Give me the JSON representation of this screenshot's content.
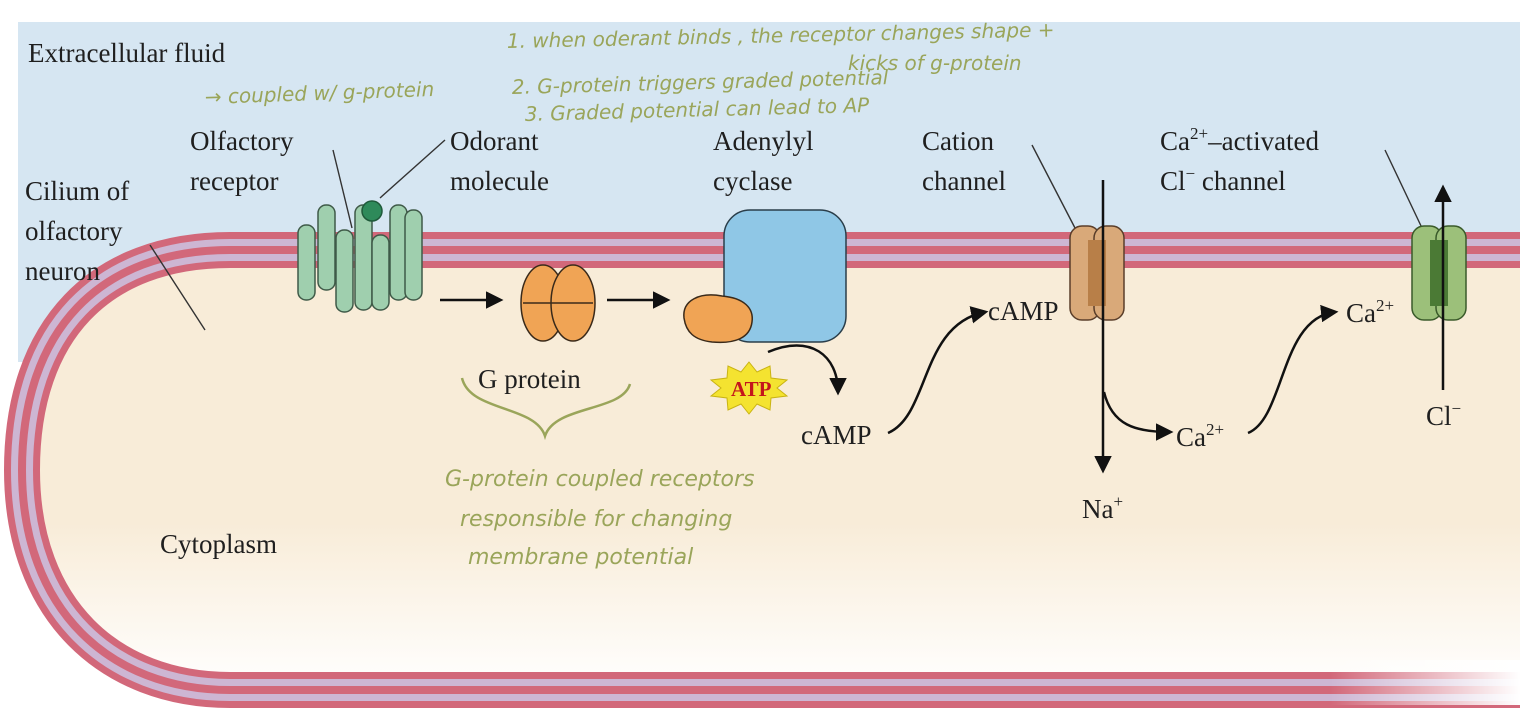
{
  "labels": {
    "extracellular": "Extracellular fluid",
    "cilium": [
      "Cilium of",
      "olfactory",
      "neuron"
    ],
    "olfactory_receptor": [
      "Olfactory",
      "receptor"
    ],
    "odorant": [
      "Odorant",
      "molecule"
    ],
    "adenylyl": [
      "Adenylyl",
      "cyclase"
    ],
    "cation_channel": [
      "Cation",
      "channel"
    ],
    "ca_channel": {
      "ca": "Ca",
      "ca_sup": "2+",
      "rest1": "–activated",
      "cl": "Cl",
      "cl_sup": "−",
      "rest2": " channel"
    },
    "g_protein": "G protein",
    "atp": "ATP",
    "camp": "cAMP",
    "camp2": "cAMP",
    "ca_ion": {
      "base": "Ca",
      "sup": "2+"
    },
    "ca_ion2": {
      "base": "Ca",
      "sup": "2+"
    },
    "na_ion": {
      "base": "Na",
      "sup": "+"
    },
    "cl_ion": {
      "base": "Cl",
      "sup": "−"
    },
    "cytoplasm": "Cytoplasm"
  },
  "annotations": {
    "step1_line1": "1. when oderant binds , the receptor changes shape +",
    "step1_line2": "kicks of g-protein",
    "step2": "2. G-protein triggers graded potential",
    "step3": "3. Graded potential can lead to AP",
    "coupled": "→ coupled w/ g-protein",
    "gpcr_line1": "G-protein coupled receptors",
    "gpcr_line2": "responsible for changing",
    "gpcr_line3": "membrane potential"
  },
  "colors": {
    "extracellular": "#d6e6f2",
    "cytoplasm": "#f8ecd8",
    "membrane_outer": "#d2687a",
    "membrane_inner": "#cdb6d3",
    "receptor": "#9fcfae",
    "g_protein": "#f0a455",
    "adenylyl": "#8fc7e6",
    "cation_channel": "#d9a979",
    "cl_channel": "#9cc07a",
    "atp_star": "#f4e330",
    "annotation": "#9aa55a"
  }
}
